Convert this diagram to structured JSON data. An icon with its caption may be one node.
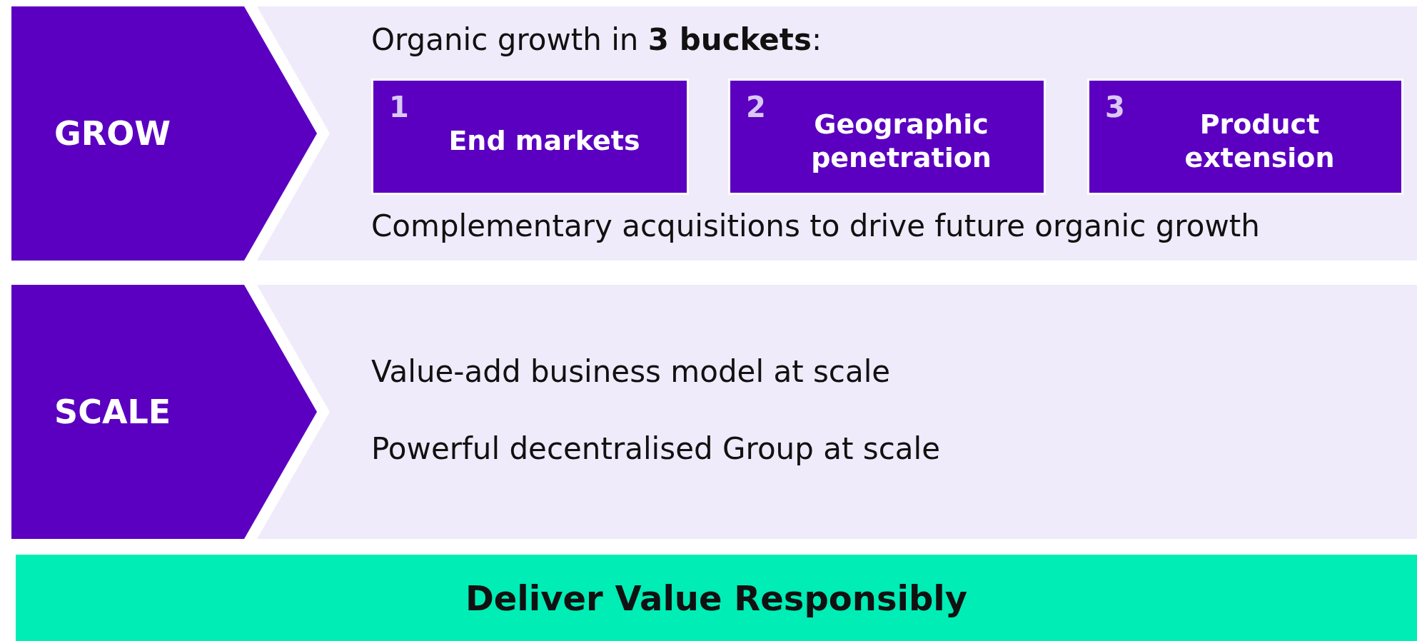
{
  "diagram": {
    "nodes": [
      {
        "text": [
          "GROW"
        ]
      },
      {
        "text": [
          "Organic growth in **3 buckets**:",
          "Complementary acquisitions to drive future organic growth"
        ]
      },
      {
        "text": [
          "1",
          "End markets"
        ],
        "in": 1
      },
      {
        "text": [
          "2",
          "Geographic penetration"
        ],
        "in": 1
      },
      {
        "text": [
          "3",
          "Product extension"
        ],
        "in": 1
      },
      {
        "text": [
          "SCALE"
        ]
      },
      {
        "text": [
          "Value-add business model at scale",
          "Powerful decentralised Group at scale"
        ]
      },
      {
        "text": [
          "Deliver Value Responsibly"
        ]
      }
    ]
  }
}
